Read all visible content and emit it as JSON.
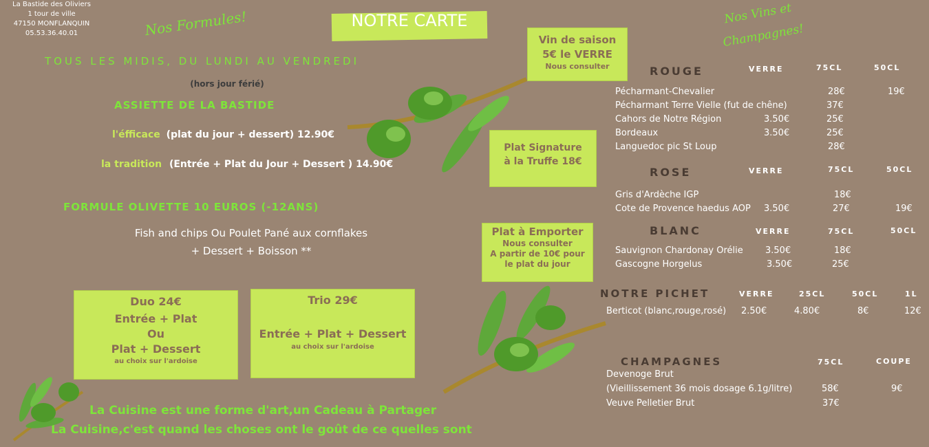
{
  "header": {
    "address": [
      "La Bastide des Oliviers",
      "1 tour de ville",
      "47150 MONFLANQUIN",
      "05.53.36.40.01"
    ],
    "formules_title": "Nos Formules!",
    "carte_title": "NOTRE CARTE",
    "vins_title_1": "Nos Vins et",
    "vins_title_2": "Champagnes!"
  },
  "formules": {
    "midis": "TOUS LES MIDIS, DU LUNDI AU VENDREDI",
    "ferie": "(hors jour férié)",
    "assiette": "ASSIETTE DE LA BASTIDE",
    "efficace_label": "l'éfficace",
    "efficace_text": "(plat du jour + dessert)  12.90€",
    "tradition_label": "la tradition",
    "tradition_text": "(Entrée + Plat du Jour + Dessert ) 14.90€",
    "olivette": "FORMULE OLIVETTE  10 EUROS (-12ANS)",
    "olivette_line1": "Fish and chips Ou Poulet Pané aux cornflakes",
    "olivette_line2": "+ Dessert + Boisson **"
  },
  "duo": {
    "title": "Duo 24€",
    "line1": "Entrée + Plat",
    "line2": "Ou",
    "line3": "Plat  + Dessert",
    "note": "au choix sur l'ardoise"
  },
  "trio": {
    "title": "Trio 29€",
    "line1": "Entrée + Plat  + Dessert",
    "note": "au choix sur l'ardoise"
  },
  "quotes": {
    "line1": "La Cuisine est une forme d'art,un Cadeau à Partager",
    "line2": "La Cuisine,c'est quand les choses ont le goût de ce quelles sont"
  },
  "boxes": {
    "vin_saison_1": "Vin de saison",
    "vin_saison_2": "5€ le VERRE",
    "vin_saison_3": "Nous consulter",
    "signature_1": "Plat Signature",
    "signature_2": "à la Truffe 18€",
    "emporter_1": "Plat à Emporter",
    "emporter_2": "Nous consulter",
    "emporter_3": "A partir de 10€ pour",
    "emporter_4": "le plat du jour"
  },
  "rouge": {
    "title": "ROUGE",
    "h1": "VERRE",
    "h2": "75CL",
    "h3": "50CL",
    "rows": [
      {
        "name": "Pécharmant-Chevalier",
        "verre": "",
        "p75": "28€",
        "p50": "19€"
      },
      {
        "name": "Pécharmant Terre Vielle (fut de chêne)",
        "verre": "",
        "p75": "37€",
        "p50": ""
      },
      {
        "name": " Cahors de Notre Région",
        "verre": "3.50€",
        "p75": "25€",
        "p50": ""
      },
      {
        "name": " Bordeaux",
        "verre": "3.50€",
        "p75": "25€",
        "p50": ""
      },
      {
        "name": "Languedoc pic St Loup",
        "verre": "",
        "p75": "28€",
        "p50": ""
      }
    ]
  },
  "rose": {
    "title": "ROSE",
    "h1": "VERRE",
    "h2": "75CL",
    "h3": "50CL",
    "rows": [
      {
        "name": "Gris d'Ardèche IGP",
        "verre": "",
        "p75": "18€",
        "p50": ""
      },
      {
        "name": "Cote de Provence haedus AOP",
        "verre": "3.50€",
        "p75": "27€",
        "p50": "19€"
      }
    ]
  },
  "blanc": {
    "title": "BLANC",
    "h1": "VERRE",
    "h2": "75CL",
    "h3": "50CL",
    "rows": [
      {
        "name": "Sauvignon Chardonay Orélie",
        "verre": "3.50€",
        "p75": "18€"
      },
      {
        "name": "Gascogne Horgelus",
        "verre": "3.50€",
        "p75": "25€"
      }
    ]
  },
  "pichet": {
    "title": "NOTRE PICHET",
    "h1": "VERRE",
    "h2": "25CL",
    "h3": "50CL",
    "h4": "1L",
    "name": "Berticot  (blanc,rouge,rosé)",
    "verre": "2.50€",
    "p25": "4.80€",
    "p50": "8€",
    "p1l": "12€"
  },
  "champagnes": {
    "title": "CHAMPAGNES",
    "h1": "75CL",
    "h2": "COUPE",
    "row1": "Devenoge Brut",
    "row2": " (Vieillissement 36 mois dosage 6.1g/litre)",
    "row2_p75": "58€",
    "row2_coupe": "9€",
    "row3": "Veuve Pelletier Brut",
    "row3_p75": "37€"
  }
}
